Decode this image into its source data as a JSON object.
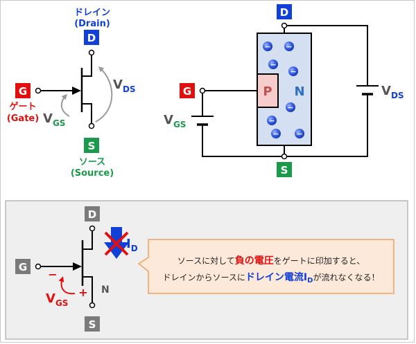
{
  "top_symbol": {
    "drain_jp": "ドレイン",
    "drain_en": "(Drain)",
    "source_jp": "ソース",
    "source_en": "(Source)",
    "gate_jp": "ゲート",
    "gate_en": "(Gate)",
    "pin_d": "D",
    "pin_g": "G",
    "pin_s": "S",
    "vgs_main": "V",
    "vgs_sub": "GS",
    "vds_main": "V",
    "vds_sub": "DS"
  },
  "structure": {
    "pin_d": "D",
    "pin_g": "G",
    "pin_s": "S",
    "p_region": "P",
    "n_region": "N",
    "carrier_symbol": "−",
    "vgs_main": "V",
    "vgs_sub": "GS",
    "vds_main": "V",
    "vds_sub": "DS"
  },
  "bottom_panel": {
    "pin_d": "D",
    "pin_g": "G",
    "pin_s": "S",
    "n_label": "N",
    "minus": "−",
    "plus": "+",
    "vgs_main": "V",
    "vgs_sub": "GS",
    "id_main": "I",
    "id_sub": "D",
    "callout_l1_a": "ソースに対して",
    "callout_l1_b": "負の電圧",
    "callout_l1_c": "をゲートに印加すると、",
    "callout_l2_a": "ドレインからソースに",
    "callout_l2_b": "ドレイン電流I",
    "callout_l2_b_sub": "D",
    "callout_l2_c": "が流れなくなる！"
  },
  "colors": {
    "drain_blue": "#1040d8",
    "gate_red": "#e01010",
    "source_green": "#1a9a4a",
    "pin_gray": "#7a7a7a",
    "n_fill": "#d4e0f2",
    "p_fill": "#f6cccc",
    "panel_bg": "#efefef",
    "callout_bg": "#fde9d9",
    "callout_border": "#f0a060"
  }
}
